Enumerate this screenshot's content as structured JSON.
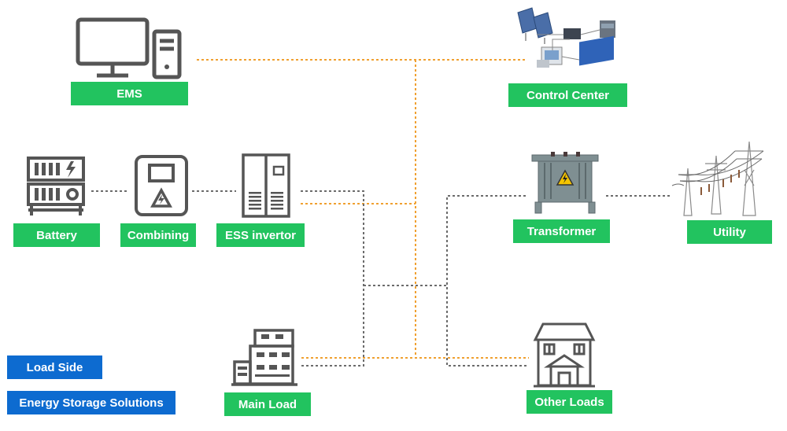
{
  "labels": {
    "ems": "EMS",
    "control_center": "Control Center",
    "battery": "Battery",
    "combining": "Combining",
    "ess_inverter": "ESS invertor",
    "transformer": "Transformer",
    "utility": "Utility",
    "main_load": "Main Load",
    "other_loads": "Other Loads"
  },
  "legend": {
    "load_side": "Load Side",
    "energy_storage": "Energy Storage Solutions"
  },
  "colors": {
    "label_green": "#22c35f",
    "legend_blue": "#0d6bd0",
    "communication_line": "#f0a030",
    "power_line": "#6b6b6b",
    "icon_stroke": "#555555"
  },
  "icons": {
    "ems": "computer-icon",
    "control_center": "control-center-equipment-icon",
    "battery": "battery-rack-icon",
    "combining": "combiner-box-icon",
    "ess_inverter": "inverter-cabinet-icon",
    "transformer": "transformer-icon",
    "utility": "power-line-tower-icon",
    "main_load": "building-icon",
    "other_loads": "house-icon"
  }
}
